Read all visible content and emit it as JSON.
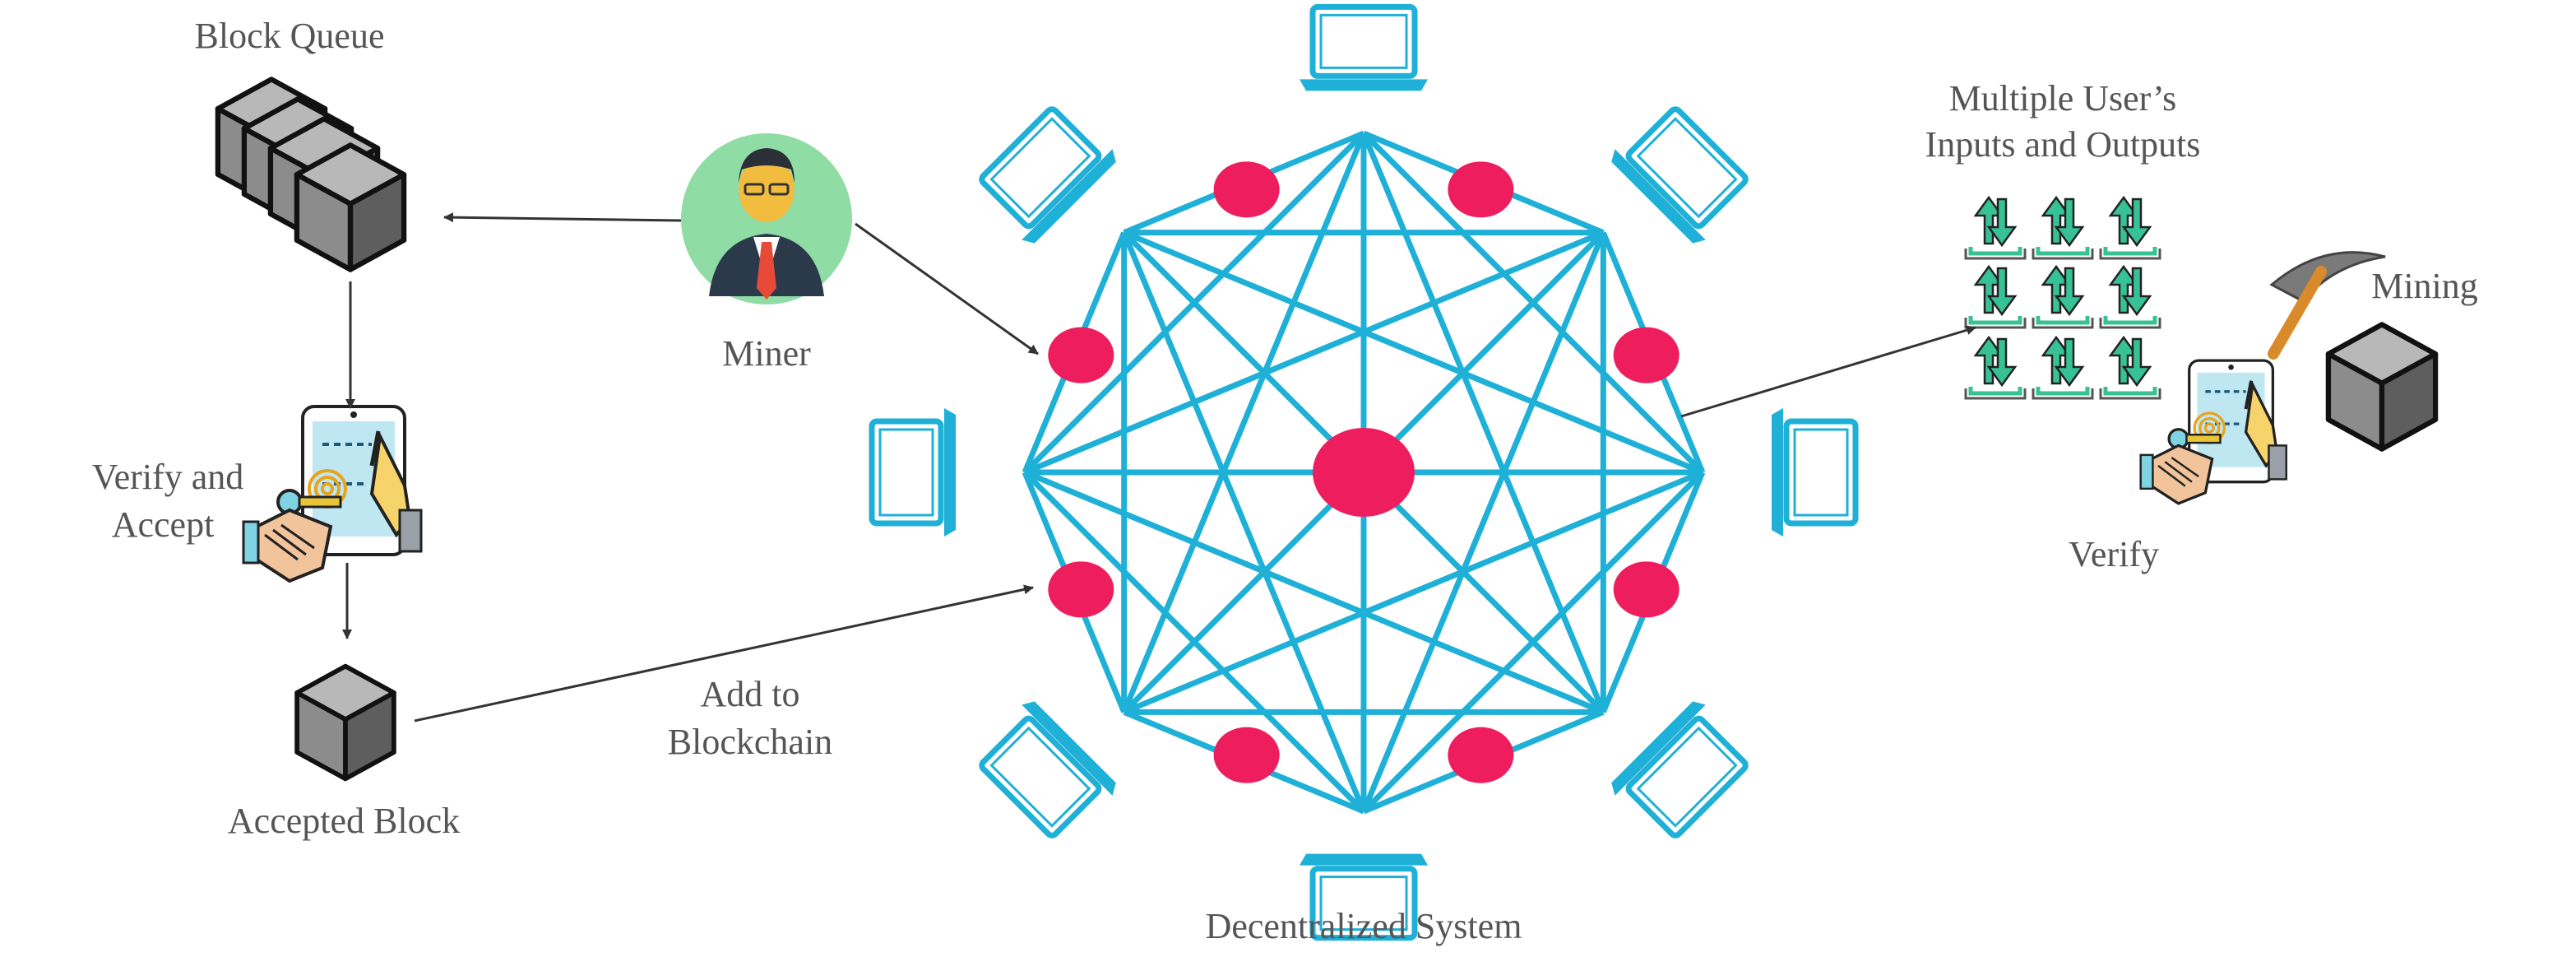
{
  "labels": {
    "block_queue": "Block Queue",
    "miner": "Miner",
    "verify_and_accept_1": "Verify and",
    "verify_and_accept_2": "Accept",
    "accepted_block": "Accepted Block",
    "add_to_blockchain_1": "Add to",
    "add_to_blockchain_2": "Blockchain",
    "decentralized_system": "Decentralized System",
    "multiple_users_1": "Multiple User’s",
    "multiple_users_2": "Inputs and Outputs",
    "mining": "Mining",
    "verify": "Verify"
  },
  "colors": {
    "network_line": "#1fb0d8",
    "node": "#ee1d5e",
    "cube_front": "#6b6b6b",
    "cube_top": "#b8b8b8",
    "cube_side": "#8c8c8c",
    "arrow_icon": "#37c295",
    "arrow": "#333333",
    "label": "#555555",
    "miner_bg": "#8fdca5"
  },
  "icons": [
    "cube-icon",
    "miner-avatar-icon",
    "tablet-fingerprint-icon",
    "handshake-icon",
    "key-icon",
    "laptop-icon",
    "up-down-arrows-icon",
    "pickaxe-icon"
  ]
}
